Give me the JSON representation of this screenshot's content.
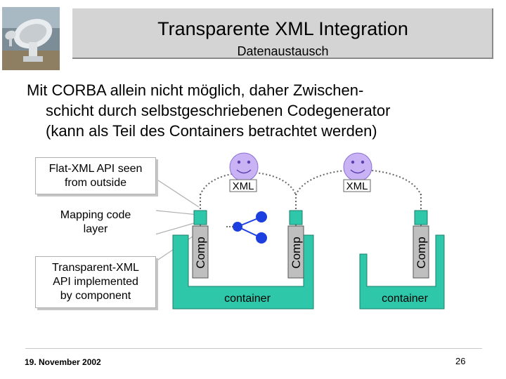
{
  "slide": {
    "title": "Transparente XML Integration",
    "subtitle": "Datenaustausch",
    "bullet": {
      "line1": "Mit CORBA allein nicht möglich, daher Zwischen-",
      "line2": "schicht durch selbstgeschriebenen Codegenerator",
      "line3": "(kann als Teil des Containers betrachtet werden)"
    },
    "callouts": {
      "flat_xml": {
        "line1": "Flat-XML API seen",
        "line2": "from outside"
      },
      "mapping": {
        "line1": "Mapping code",
        "line2": "layer"
      },
      "transparent_xml": {
        "line1": "Transparent-XML",
        "line2": "API implemented",
        "line3": "by component"
      }
    },
    "diagram": {
      "xml_label_1": "XML",
      "xml_label_2": "XML",
      "comp_label_1": "Comp",
      "comp_label_2": "Comp",
      "comp_label_3": "Comp",
      "container_label_1": "container",
      "container_label_2": "container"
    },
    "footer": {
      "date": "19. November 2002",
      "page_number": "26"
    },
    "colors": {
      "container_teal": "#2fc7a9",
      "comp_gray": "#bfbfbf",
      "node_blue": "#1e3fe0",
      "face_purple": "#c9b3f5",
      "header_gray": "#d4d4d4"
    }
  }
}
